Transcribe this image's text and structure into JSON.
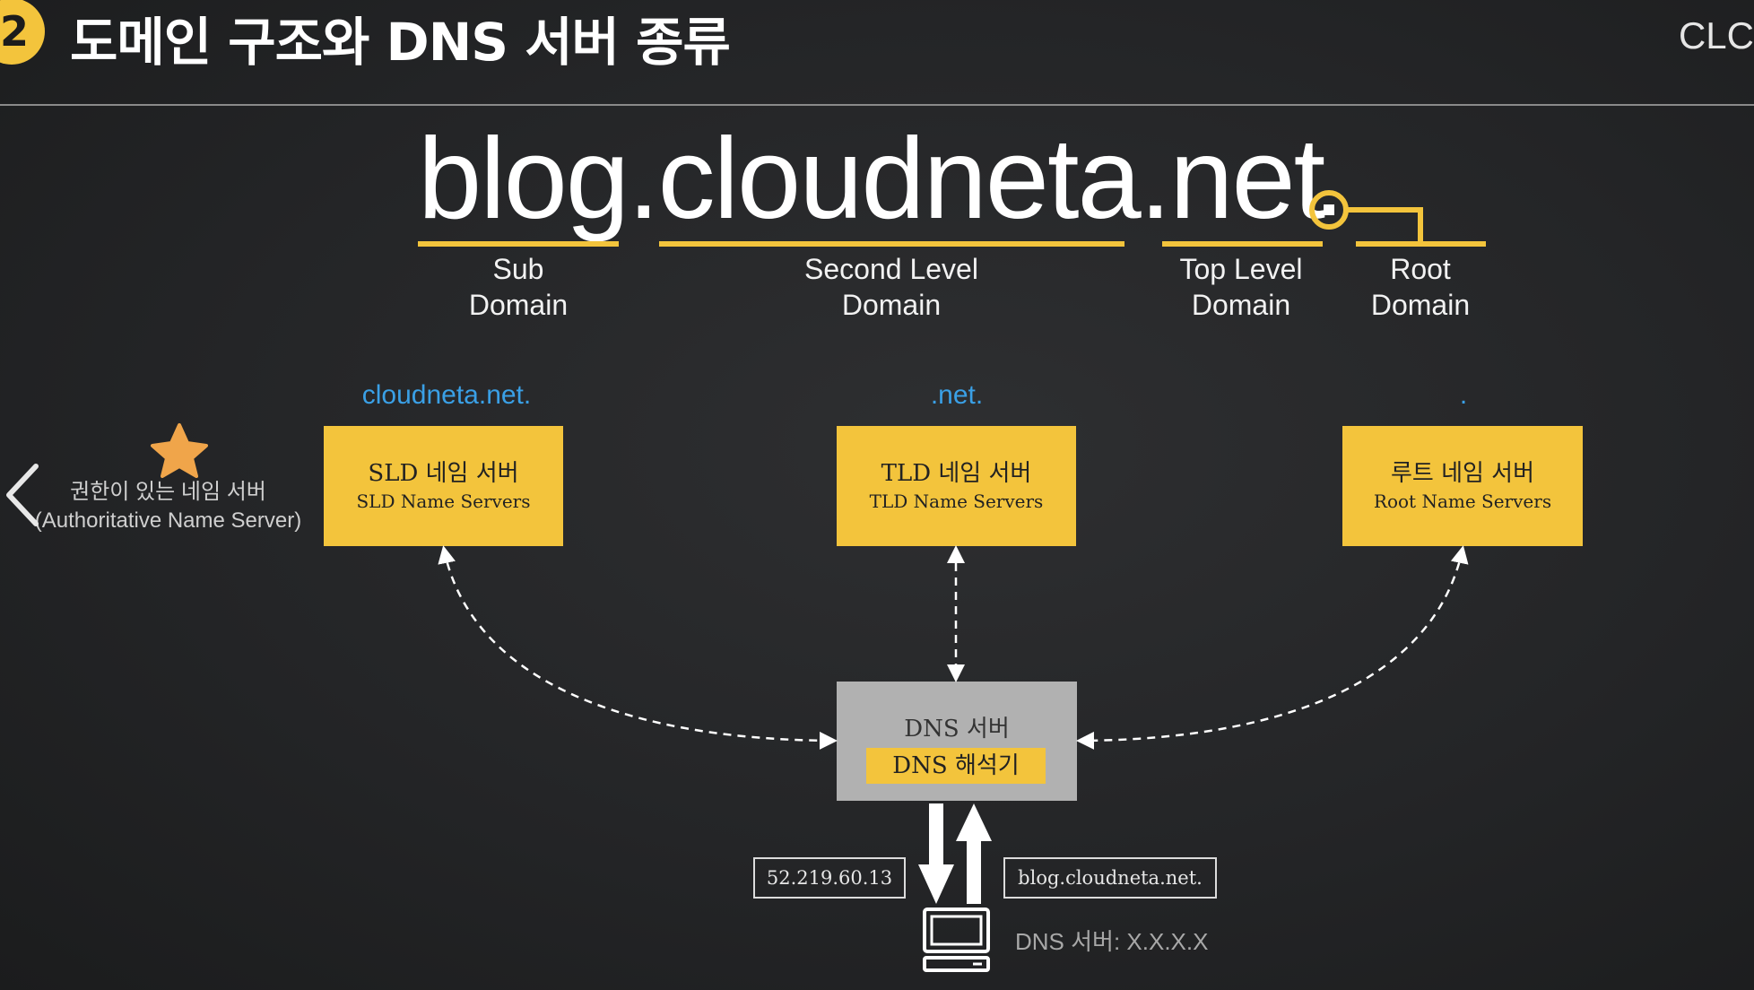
{
  "header": {
    "section_number": "2",
    "title": "도메인 구조와 DNS 서버 종류",
    "brand": "CLC"
  },
  "domain": {
    "full_name": "blog.cloudneta.net",
    "segments": [
      {
        "name": "sub",
        "label_line1": "Sub",
        "label_line2": "Domain"
      },
      {
        "name": "second-level",
        "label_line1": "Second Level",
        "label_line2": "Domain"
      },
      {
        "name": "top-level",
        "label_line1": "Top Level",
        "label_line2": "Domain"
      },
      {
        "name": "root",
        "label_line1": "Root",
        "label_line2": "Domain"
      }
    ]
  },
  "name_servers": {
    "sld": {
      "tag": "cloudneta.net.",
      "title_ko": "SLD 네임 서버",
      "title_en": "SLD Name Servers"
    },
    "tld": {
      "tag": ".net.",
      "title_ko": "TLD 네임 서버",
      "title_en": "TLD Name Servers"
    },
    "root": {
      "tag": ".",
      "title_ko": "루트 네임 서버",
      "title_en": "Root Name Servers"
    }
  },
  "authoritative": {
    "line1": "권한이 있는 네임 서버",
    "line2": "(Authoritative Name Server)",
    "icon": "star-icon"
  },
  "dns_server": {
    "title": "DNS 서버",
    "resolver": "DNS 해석기"
  },
  "exchange": {
    "response_ip": "52.219.60.13",
    "query_name": "blog.cloudneta.net."
  },
  "client": {
    "label": "DNS 서버: X.X.X.X",
    "icon": "computer-icon"
  },
  "nav": {
    "prev_icon": "chevron-left-icon"
  },
  "colors": {
    "accent_yellow": "#f3c43c",
    "tag_blue": "#3aa0e6",
    "star_orange": "#f0a54a",
    "dns_box_gray": "#b1b1b1"
  }
}
